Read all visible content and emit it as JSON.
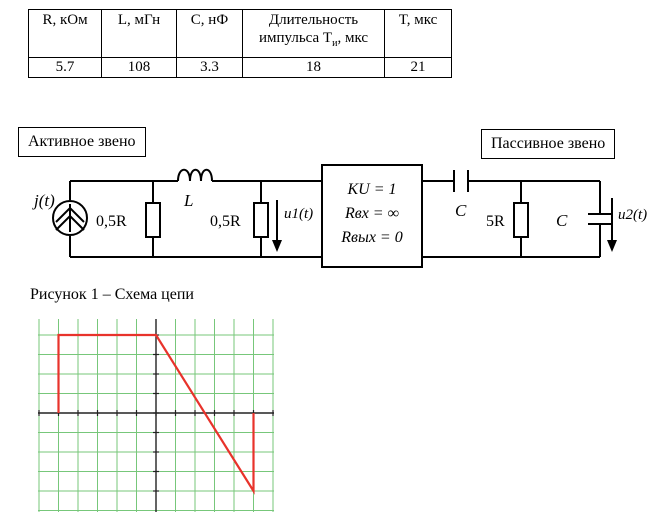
{
  "params_table": {
    "headers": [
      "R, кОм",
      "L, мГн",
      "C, нФ",
      "Длительность импульса Tи, мкс",
      "T, мкс"
    ],
    "header_parts": {
      "duration_line1": "Длительность",
      "duration_line2_prefix": "импульса T",
      "duration_subscript": "и",
      "duration_unit": ", мкс"
    },
    "values": [
      "5.7",
      "108",
      "3.3",
      "18",
      "21"
    ]
  },
  "circuit": {
    "active_label": "Активное звено",
    "passive_label": "Пассивное звено",
    "source_j": "j(t)",
    "r1": "0,5R",
    "inductor": "L",
    "r2": "0,5R",
    "u1": "u1(t)",
    "amp_ku": "KU = 1",
    "amp_rin": "Rвх = ∞",
    "amp_rout": "Rвых = 0",
    "cap_series": "C",
    "r_passive": "5R",
    "cap_shunt": "C",
    "u2": "u2(t)"
  },
  "caption": "Рисунок 1 – Схема цепи",
  "chart_data": {
    "type": "line",
    "title": "",
    "xlabel": "",
    "ylabel": "",
    "grid": true,
    "x_axis_units_per_grid": 1,
    "xlim": [
      -6,
      6
    ],
    "ylim": [
      -4,
      4
    ],
    "series": [
      {
        "points": [
          [
            -5,
            0
          ],
          [
            -5,
            4
          ],
          [
            0,
            4
          ],
          [
            5,
            -4
          ],
          [
            5,
            0
          ]
        ],
        "color": "#e8332b"
      }
    ],
    "grid_color": "#77c77a",
    "axis_color": "#222222"
  }
}
